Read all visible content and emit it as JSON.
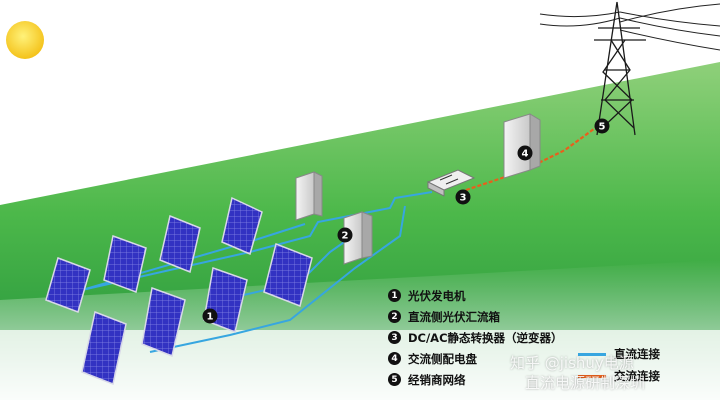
{
  "legend": {
    "items": [
      {
        "num": "1",
        "label": "光伏发电机"
      },
      {
        "num": "2",
        "label": "直流侧光伏汇流箱"
      },
      {
        "num": "3",
        "label": "DC/AC静态转换器（逆变器）"
      },
      {
        "num": "4",
        "label": "交流侧配电盘"
      },
      {
        "num": "5",
        "label": "经销商网络"
      }
    ],
    "dc_line": "直流连接",
    "ac_line": "交流连接"
  },
  "markers": [
    "1",
    "2",
    "3",
    "4",
    "5"
  ],
  "watermark": {
    "line1": "知乎 @jishuy电源",
    "line2": "直流电源研制深圳"
  },
  "colors": {
    "dc": "#37a6e0",
    "ac": "#e8601c",
    "sky": "#ffffff",
    "grass": "#4caf50",
    "panel": "#2f2fb8"
  }
}
